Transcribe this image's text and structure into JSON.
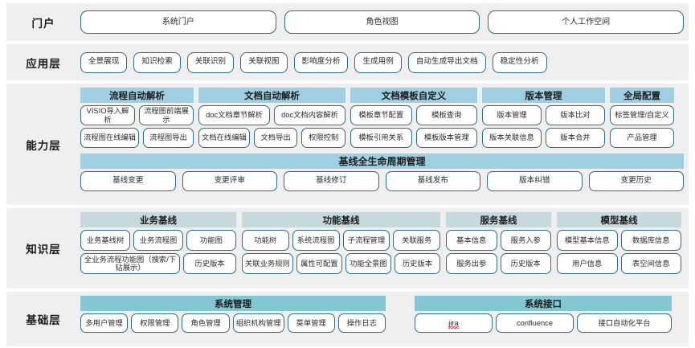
{
  "colors": {
    "band_bg": "#efefef",
    "pill_border": "#2e6b84",
    "header_capability": "#9ecfe2",
    "header_knowledge": "#c6d9dd",
    "header_base": "#82c7d3",
    "page_bg": "#ffffff",
    "misspell_underline": "#e02020"
  },
  "layers": [
    {
      "id": "portal",
      "label": "门户",
      "items": [
        "系统门户",
        "角色视图",
        "个人工作空间"
      ]
    },
    {
      "id": "application",
      "label": "应用层",
      "items": [
        "全景展现",
        "知识检索",
        "关联识别",
        "关联视图",
        "影响度分析",
        "生成用例",
        "自动生成导出文档",
        "稳定性分析"
      ]
    },
    {
      "id": "capability",
      "label": "能力层",
      "groups": [
        {
          "title": "流程自动解析",
          "rows": [
            [
              "VISIO导入解析",
              "流程图前端展示"
            ],
            [
              "流程图在线编辑",
              "流程图导出"
            ]
          ]
        },
        {
          "title": "文档自动解析",
          "rows": [
            [
              "doc文档章节解析",
              "doc文档内容解析"
            ],
            [
              "文档在线编辑",
              "文档导出",
              "权限控制"
            ]
          ]
        },
        {
          "title": "文档模板自定义",
          "rows": [
            [
              "模板章节配置",
              "模板查询"
            ],
            [
              "模板引用关系",
              "模板版本管理"
            ]
          ]
        },
        {
          "title": "版本管理",
          "rows": [
            [
              "版本管理",
              "版本比对"
            ],
            [
              "版本关联信息",
              "版本合并"
            ]
          ]
        },
        {
          "title": "全局配置",
          "rows": [
            [
              "标签管理/自定义"
            ],
            [
              "产品管理"
            ]
          ]
        }
      ],
      "baseline": {
        "title": "基线全生命周期管理",
        "items": [
          "基线变更",
          "变更评审",
          "基线修订",
          "基线发布",
          "版本纠错",
          "变更历史"
        ]
      }
    },
    {
      "id": "knowledge",
      "label": "知识层",
      "groups": [
        {
          "title": "业务基线",
          "rows": [
            [
              "业务基线树",
              "业务流程图",
              "功能图"
            ],
            [
              "全业务流程功能图（搜索/下钻展示）",
              "历史版本"
            ]
          ]
        },
        {
          "title": "功能基线",
          "rows": [
            [
              "功能树",
              "系统流程图",
              "子流程管理",
              "关联服务"
            ],
            [
              "关联业务规则",
              "属性可配置",
              "功能全景图",
              "历史版本"
            ]
          ]
        },
        {
          "title": "服务基线",
          "rows": [
            [
              "基本信息",
              "服务入参"
            ],
            [
              "服务出参",
              "历史版本"
            ]
          ]
        },
        {
          "title": "模型基线",
          "rows": [
            [
              "模型基本信息",
              "数据库信息"
            ],
            [
              "用户信息",
              "表空间信息"
            ]
          ]
        }
      ]
    },
    {
      "id": "base",
      "label": "基础层",
      "groups": [
        {
          "title": "系统管理",
          "rows": [
            [
              "多用户管理",
              "权限管理",
              "角色管理",
              "组织机构管理",
              "菜单管理",
              "操作日志"
            ]
          ]
        },
        {
          "title": "系统接口",
          "rows": [
            [
              "jira",
              "confluence",
              "接口自动化平台"
            ]
          ]
        }
      ]
    }
  ],
  "misspelled_words": [
    "jira"
  ]
}
